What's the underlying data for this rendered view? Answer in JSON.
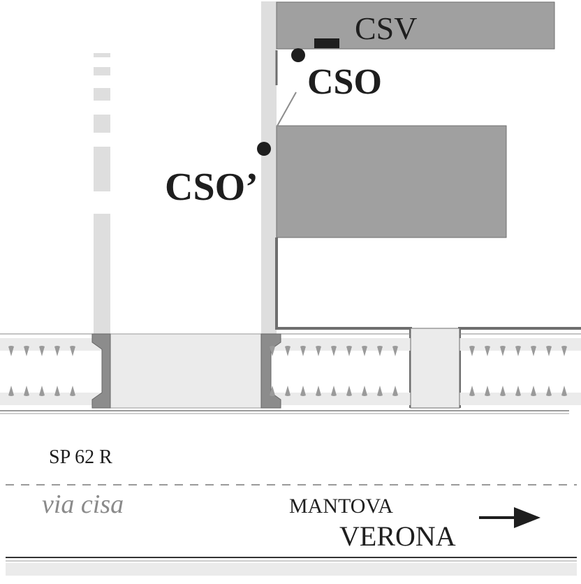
{
  "labels": {
    "building_top": "CSV",
    "point_upper": "CSO",
    "point_lower": "CSO’",
    "road_code": "SP 62 R",
    "street_name": "via cisa",
    "destination_1": "MANTOVA",
    "destination_2": "VERONA"
  },
  "colors": {
    "building": "#a0a0a0",
    "building_stroke": "#6e6e6e",
    "path": "#dedede",
    "road_band": "#ebebeb",
    "gate": "#8c8c8c",
    "marker": "#1e1e1e",
    "fence": "#6e6e6e"
  },
  "icons": {
    "direction": "arrow-right-icon",
    "marker": "dot-marker-icon",
    "hedge": "tree-drop-icon"
  }
}
